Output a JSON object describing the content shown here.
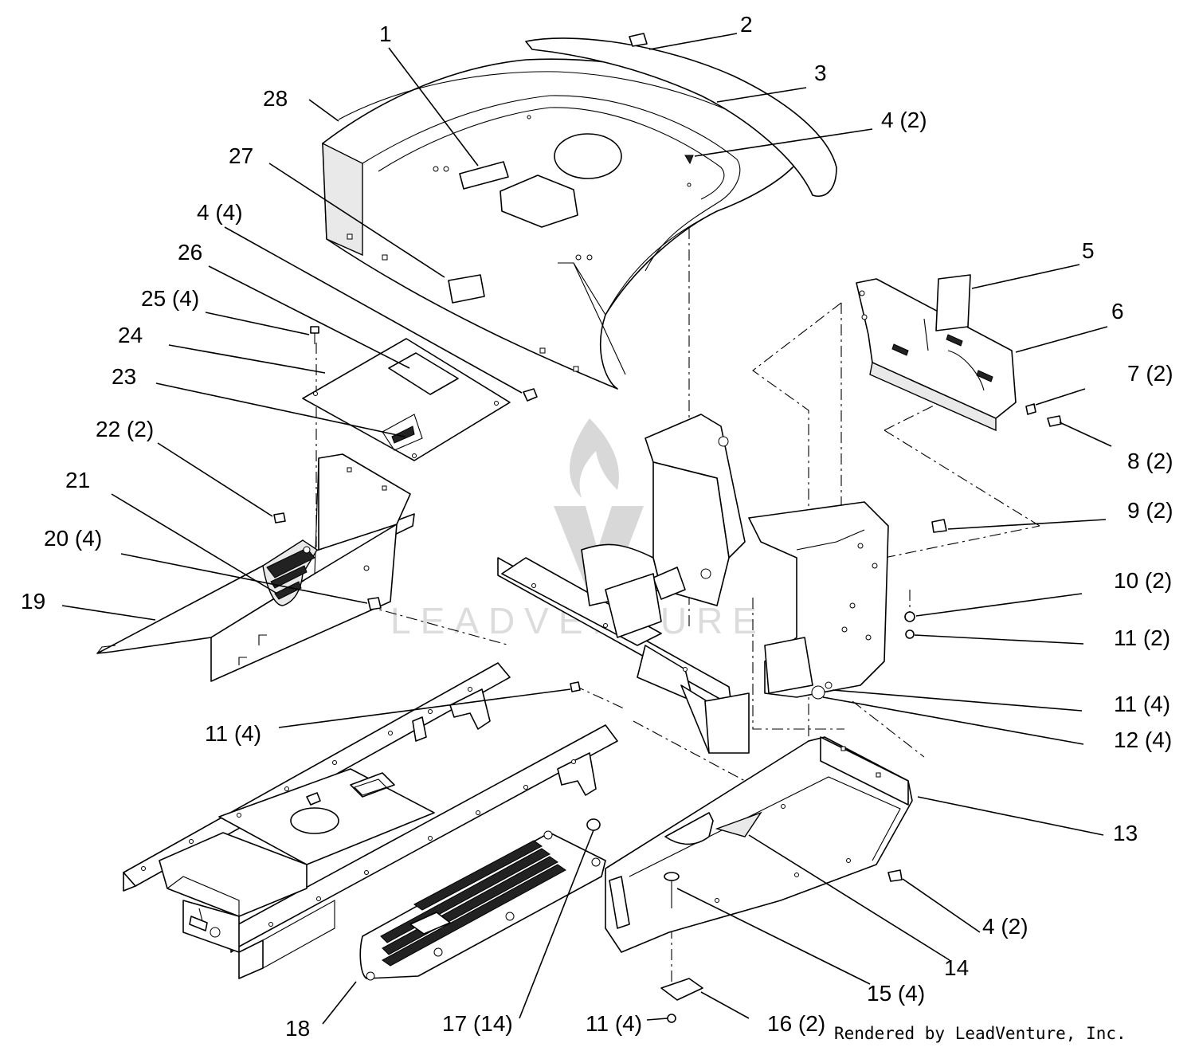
{
  "diagram": {
    "callouts": [
      {
        "id": "c1",
        "text": "1"
      },
      {
        "id": "c2",
        "text": "2"
      },
      {
        "id": "c3",
        "text": "3"
      },
      {
        "id": "c4a",
        "text": "4 (2)"
      },
      {
        "id": "c28",
        "text": "28"
      },
      {
        "id": "c27",
        "text": "27"
      },
      {
        "id": "c4b",
        "text": "4 (4)"
      },
      {
        "id": "c26",
        "text": "26"
      },
      {
        "id": "c25",
        "text": "25 (4)"
      },
      {
        "id": "c24",
        "text": "24"
      },
      {
        "id": "c23",
        "text": "23"
      },
      {
        "id": "c22",
        "text": "22 (2)"
      },
      {
        "id": "c21",
        "text": "21"
      },
      {
        "id": "c20",
        "text": "20 (4)"
      },
      {
        "id": "c19",
        "text": "19"
      },
      {
        "id": "c5",
        "text": "5"
      },
      {
        "id": "c6",
        "text": "6"
      },
      {
        "id": "c7",
        "text": "7 (2)"
      },
      {
        "id": "c8",
        "text": "8 (2)"
      },
      {
        "id": "c9",
        "text": "9 (2)"
      },
      {
        "id": "c10",
        "text": "10 (2)"
      },
      {
        "id": "c11a",
        "text": "11 (2)"
      },
      {
        "id": "c11b",
        "text": "11 (4)"
      },
      {
        "id": "c12",
        "text": "12 (4)"
      },
      {
        "id": "c11c",
        "text": "11 (4)"
      },
      {
        "id": "c13",
        "text": "13"
      },
      {
        "id": "c4c",
        "text": "4 (2)"
      },
      {
        "id": "c14",
        "text": "14"
      },
      {
        "id": "c15",
        "text": "15 (4)"
      },
      {
        "id": "c16",
        "text": "16 (2)"
      },
      {
        "id": "c11d",
        "text": "11 (4)"
      },
      {
        "id": "c17",
        "text": "17 (14)"
      },
      {
        "id": "c18",
        "text": "18"
      }
    ],
    "credit": "Rendered by LeadVenture, Inc.",
    "watermark": "LEADVENTURE"
  }
}
